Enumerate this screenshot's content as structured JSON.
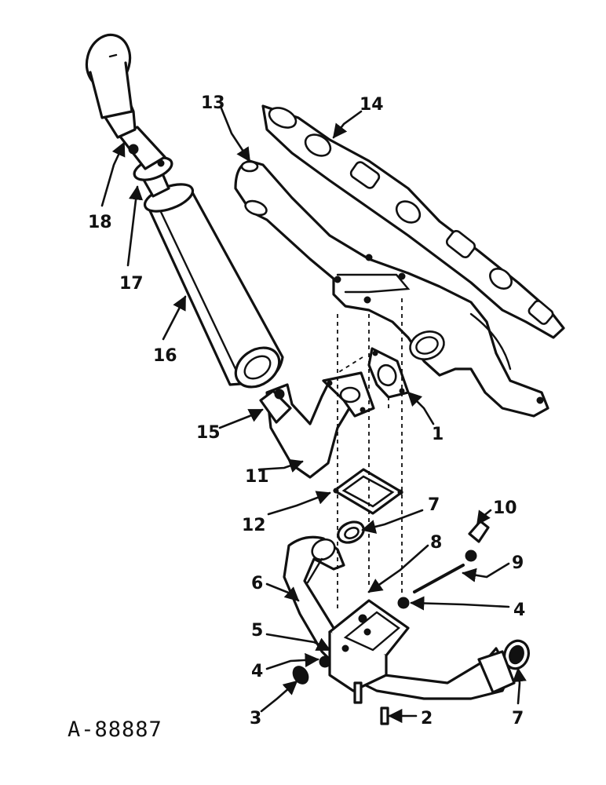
{
  "figure_code": "A-88887",
  "callouts": {
    "c1": "1",
    "c2": "2",
    "c3": "3",
    "c4a": "4",
    "c4b": "4",
    "c5": "5",
    "c6": "6",
    "c7a": "7",
    "c7b": "7",
    "c8": "8",
    "c9": "9",
    "c10": "10",
    "c11": "11",
    "c12": "12",
    "c13": "13",
    "c14": "14",
    "c15": "15",
    "c16": "16",
    "c17": "17",
    "c18": "18"
  },
  "ink_color": "#111111",
  "paper_color": "#ffffff"
}
